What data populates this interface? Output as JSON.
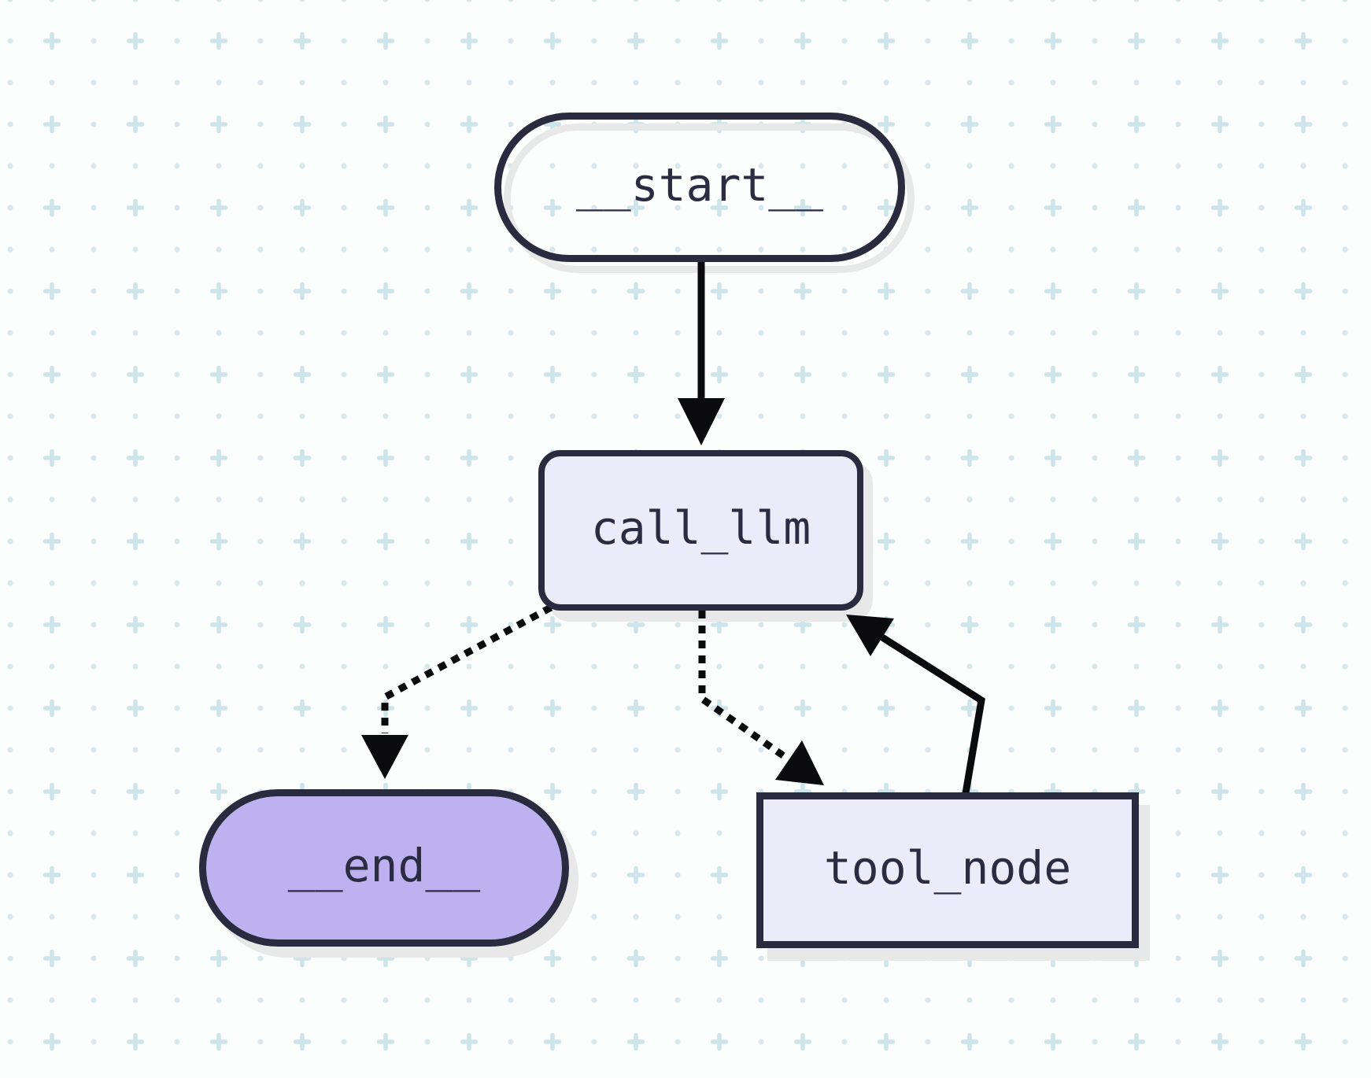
{
  "theme": {
    "canvas-bg": "#fcfdfd",
    "grid-dot": "#d6e8ec",
    "grid-plus": "#cde4ea",
    "node-border": "#2b2b40",
    "node-text": "#2c2b42",
    "light-node-fill": "#ecebfa",
    "end-node-fill": "#bdb1f0",
    "start-node-fill": "transparent",
    "edge-color": "#0b0b0e",
    "shadow-color": "#e8e8e8"
  },
  "diagram": {
    "type": "state-graph",
    "nodes": [
      {
        "id": "__start__",
        "label": "__start__",
        "shape": "stadium"
      },
      {
        "id": "call_llm",
        "label": "call_llm",
        "shape": "rounded-rectangle"
      },
      {
        "id": "tool_node",
        "label": "tool_node",
        "shape": "rectangle"
      },
      {
        "id": "__end__",
        "label": "__end__",
        "shape": "stadium"
      }
    ],
    "edges": [
      {
        "from": "__start__",
        "to": "call_llm",
        "style": "solid"
      },
      {
        "from": "call_llm",
        "to": "__end__",
        "style": "dashed"
      },
      {
        "from": "call_llm",
        "to": "tool_node",
        "style": "dashed"
      },
      {
        "from": "tool_node",
        "to": "call_llm",
        "style": "solid"
      }
    ]
  }
}
